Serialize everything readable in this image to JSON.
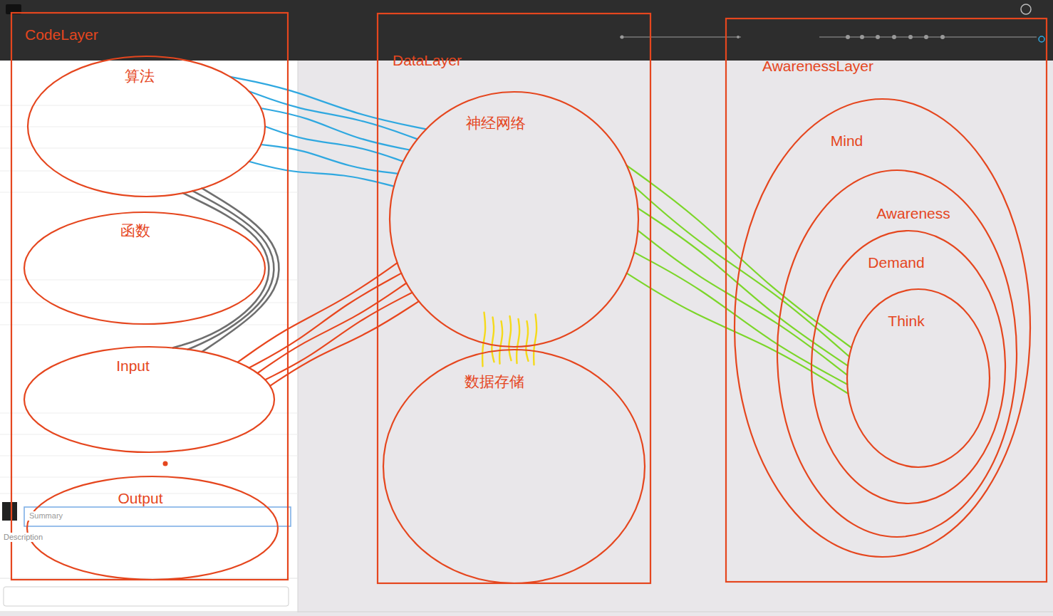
{
  "diagram": {
    "nodes": [
      {
        "text": [
          "CodeLayer"
        ]
      },
      {
        "text": [
          "算法"
        ],
        "in": 0
      },
      {
        "text": [
          "函数"
        ],
        "in": 0
      },
      {
        "text": [
          "Input"
        ],
        "in": 0
      },
      {
        "text": [
          "Output"
        ],
        "in": 0
      },
      {
        "text": [
          "DataLayer"
        ]
      },
      {
        "text": [
          "神经网络"
        ],
        "in": 5
      },
      {
        "text": [
          "数据存储"
        ],
        "in": 5
      },
      {
        "text": [
          "AwarenessLayer"
        ]
      },
      {
        "text": [
          "Mind"
        ],
        "in": 8
      },
      {
        "text": [
          "Awareness"
        ],
        "in": 9
      },
      {
        "text": [
          "Demand"
        ],
        "in": 10
      },
      {
        "text": [
          "Think"
        ],
        "in": 11
      }
    ],
    "edges": [
      {
        "from": 1,
        "to": 6,
        "arrow": "none"
      },
      {
        "from": 1,
        "to": 3,
        "arrow": "none"
      },
      {
        "from": 3,
        "to": 6,
        "arrow": "none"
      },
      {
        "from": 6,
        "to": 7,
        "arrow": "none"
      },
      {
        "from": 6,
        "to": 12,
        "arrow": "none"
      }
    ],
    "labels": [
      "Summary",
      "Description"
    ]
  }
}
